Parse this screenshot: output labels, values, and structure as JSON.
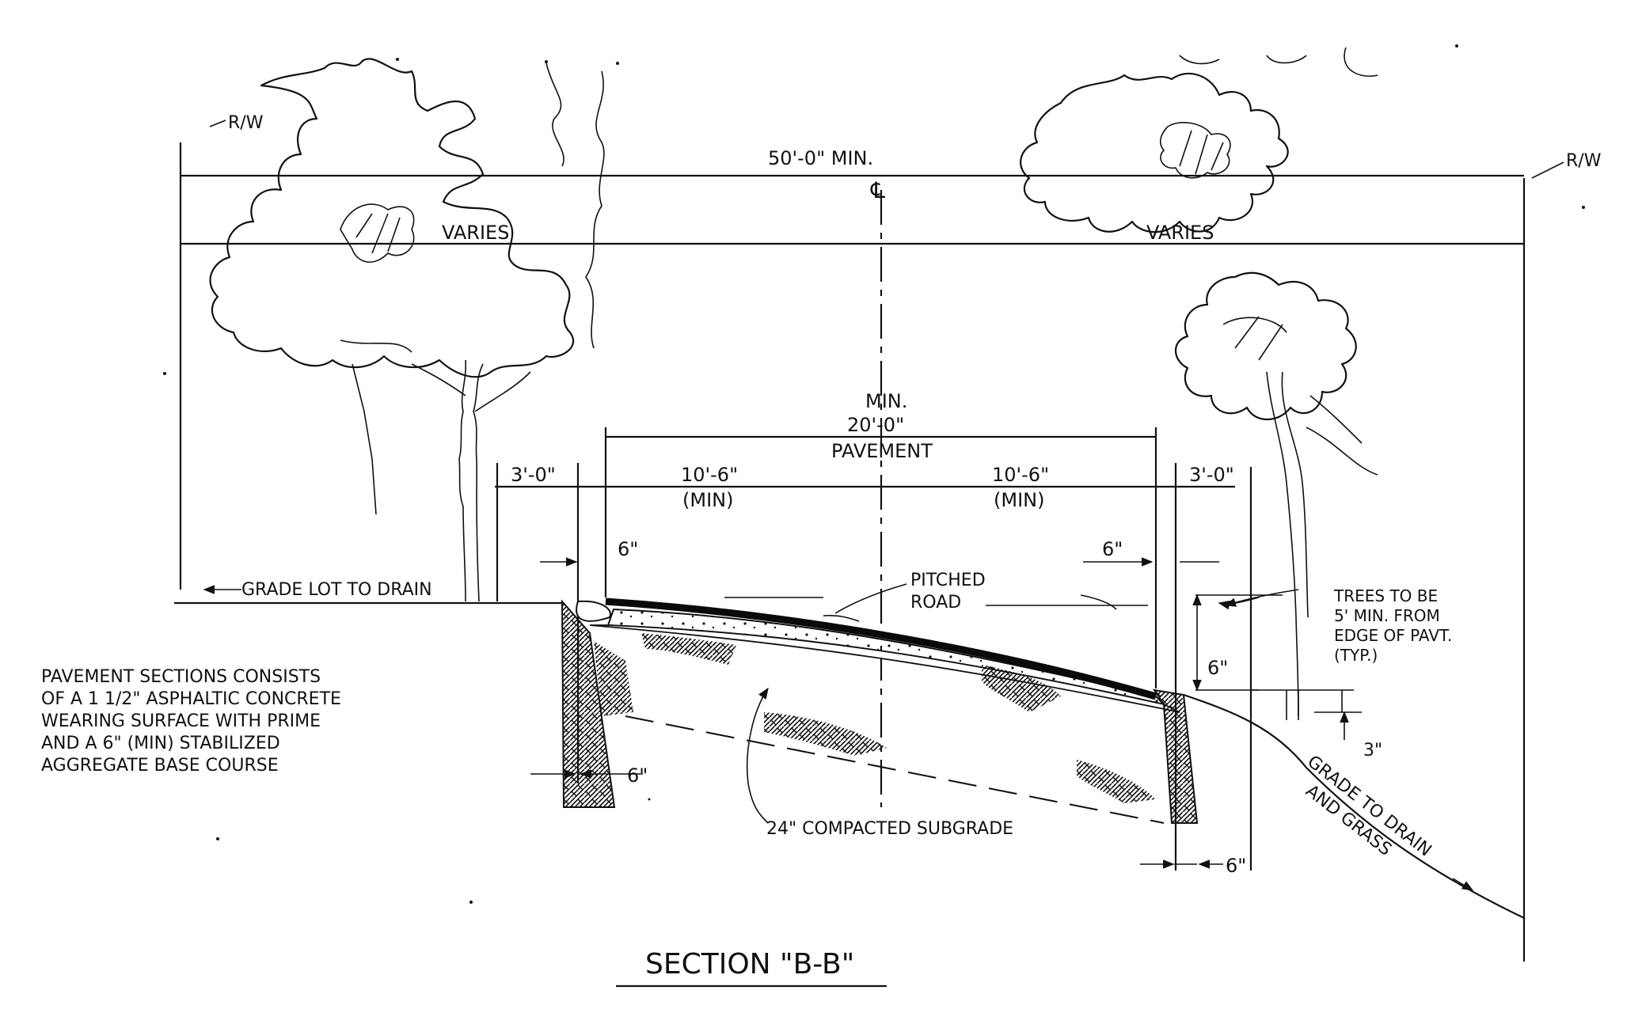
{
  "title": "SECTION \"B-B\"",
  "dimensions": {
    "row_width": "50'-0\" MIN.",
    "centerline": "℄",
    "varies_left": "VARIES",
    "varies_right": "VARIES",
    "pavement_min": "MIN.",
    "pavement_width": "20'-0\"",
    "pavement": "PAVEMENT",
    "shoulder_left": "3'-0\"",
    "shoulder_right": "3'-0\"",
    "lane_left": "10'-6\"",
    "lane_left_min": "(MIN)",
    "lane_right": "10'-6\"",
    "lane_right_min": "(MIN)",
    "curb_left": "6\"",
    "curb_right": "6\"",
    "drop": "6\"",
    "three_inch": "3\"",
    "bottom_left": "6\"",
    "bottom_right": "6\""
  },
  "labels": {
    "rw_left": "R/W",
    "rw_right": "R/W",
    "grade_lot": "GRADE LOT TO DRAIN",
    "pitched_1": "PITCHED",
    "pitched_2": "ROAD",
    "trees_1": "TREES TO BE",
    "trees_2": "5' MIN. FROM",
    "trees_3": "EDGE OF PAVT.",
    "trees_4": "(TYP.)",
    "grade_drain_1": "GRADE TO DRAIN",
    "grade_drain_2": "AND GRASS",
    "subgrade": "24\" COMPACTED SUBGRADE"
  },
  "notes": [
    "PAVEMENT SECTIONS CONSISTS",
    "OF A 1 1/2\" ASPHALTIC CONCRETE",
    "WEARING SURFACE WITH PRIME",
    "AND A 6\" (MIN) STABILIZED",
    "AGGREGATE BASE COURSE"
  ]
}
